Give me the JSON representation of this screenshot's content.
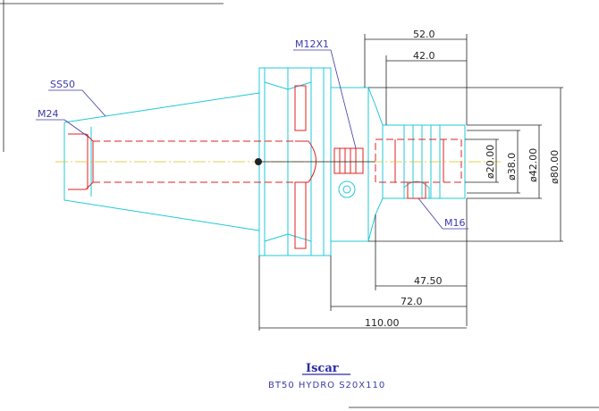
{
  "drawing": {
    "title": "BT50 HYDRO S20X110",
    "brand": "Iscar"
  },
  "dimensions": {
    "d52": "52.0",
    "d42": "42.0",
    "d47": "47.50",
    "d72": "72.0",
    "d110": "110.00",
    "dia20": "ø20.00",
    "dia38": "ø38.0",
    "dia42": "ø42.00",
    "dia80": "ø80.00"
  },
  "callouts": {
    "ss50": "SS50",
    "m24": "M24",
    "m12": "M12X1",
    "m16": "M16"
  },
  "colors": {
    "body": "#20c8d8",
    "hidden": "#e02020",
    "dimension": "#222222",
    "callout": "#3a3aa8",
    "centerline": "#d8c020"
  }
}
